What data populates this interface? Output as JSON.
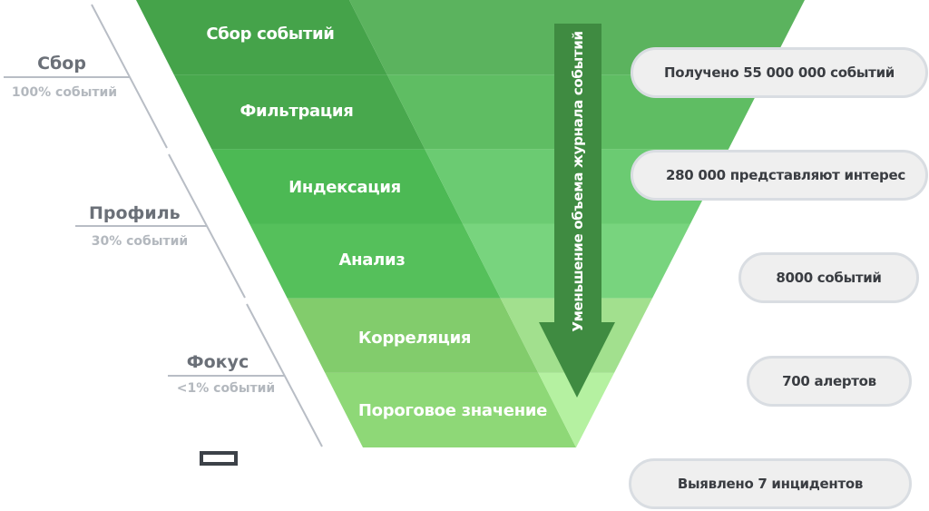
{
  "funnel": {
    "bands": [
      {
        "label": "Сбор событий",
        "left_color": "#45a34a",
        "right_color": "#5bb35e"
      },
      {
        "label": "Фильтрация",
        "left_color": "#48a84d",
        "right_color": "#5fbd63"
      },
      {
        "label": "Индексация",
        "left_color": "#4cb954",
        "right_color": "#6bcb72"
      },
      {
        "label": "Анализ",
        "left_color": "#55c05b",
        "right_color": "#78d47e"
      },
      {
        "label": "Корреляция",
        "left_color": "#82cc6c",
        "right_color": "#a2e08e"
      },
      {
        "label": "Пороговое значение",
        "left_color": "#8ed877",
        "right_color": "#b5f1a1"
      }
    ],
    "arrow_label": "Уменьшение объема журнала событий",
    "arrow_color": "#3f8b41"
  },
  "stages": [
    {
      "title": "Сбор",
      "subtitle": "100% событий"
    },
    {
      "title": "Профиль",
      "subtitle": "30% событий"
    },
    {
      "title": "Фокус",
      "subtitle": "<1% событий"
    }
  ],
  "results": [
    "Получено 55 000 000 событий",
    "280 000 представляют интерес",
    "8000 событий",
    "700 алертов",
    "Выявлено 7 инцидентов"
  ]
}
